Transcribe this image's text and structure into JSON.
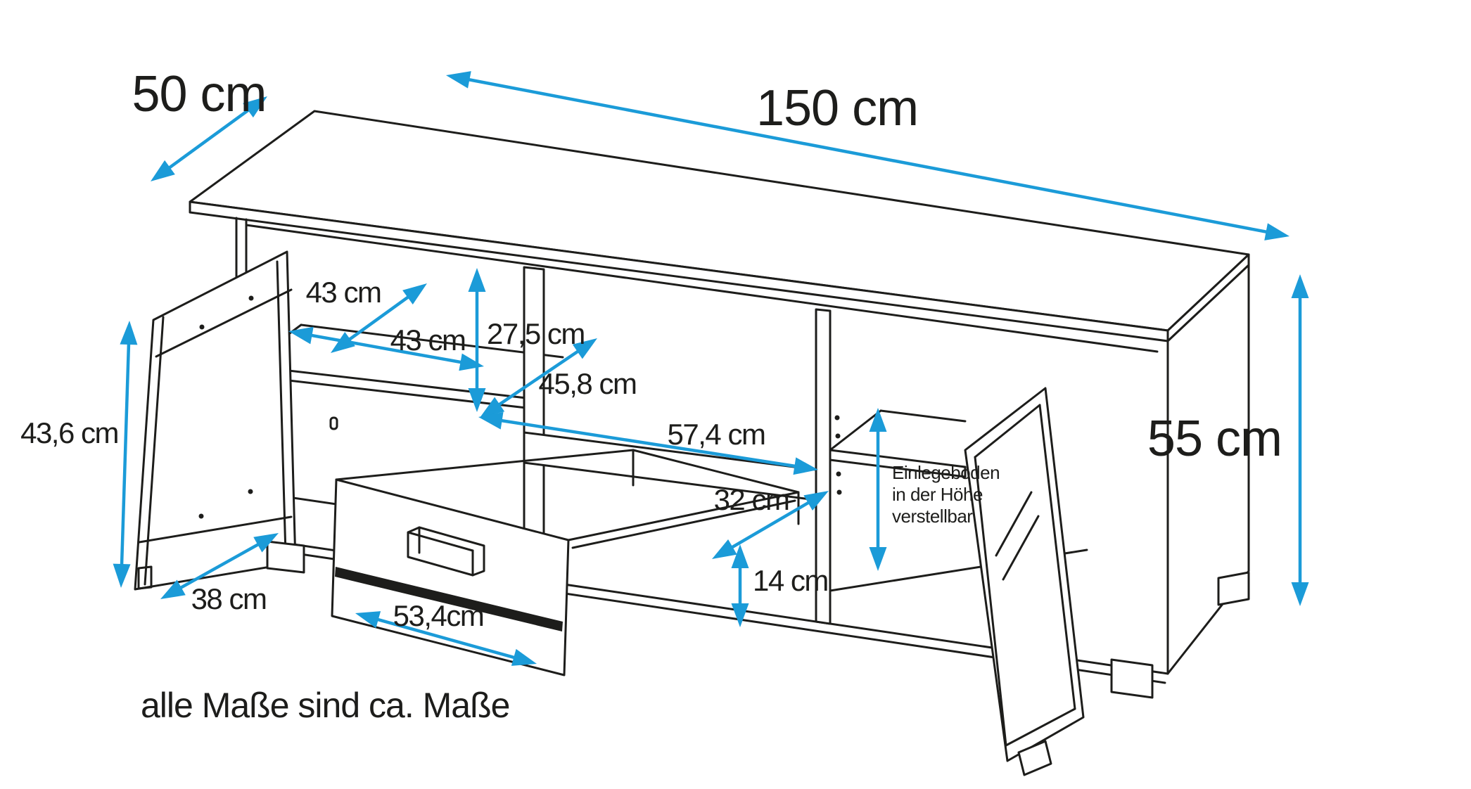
{
  "note": "alle Maße sind ca. Maße",
  "dimensions": {
    "depth": "50 cm",
    "width": "150 cm",
    "height": "55 cm",
    "compartment_depth": "43 cm",
    "compartment_width": "43 cm",
    "niche_height": "27,5 cm",
    "niche_depth": "45,8 cm",
    "niche_width": "57,4 cm",
    "drawer_inner_depth": "32 cm",
    "drawer_inner_height": "14 cm",
    "door_height": "43,6 cm",
    "door_width": "38 cm",
    "drawer_front_width": "53,4cm"
  },
  "shelf_note": {
    "line1": "Einlegeböden",
    "line2": "in der Höhe",
    "line3": "verstellbar"
  },
  "colors": {
    "arrow_blue": "#1b9bd8",
    "line_black": "#1d1d1b",
    "background": "#ffffff"
  }
}
